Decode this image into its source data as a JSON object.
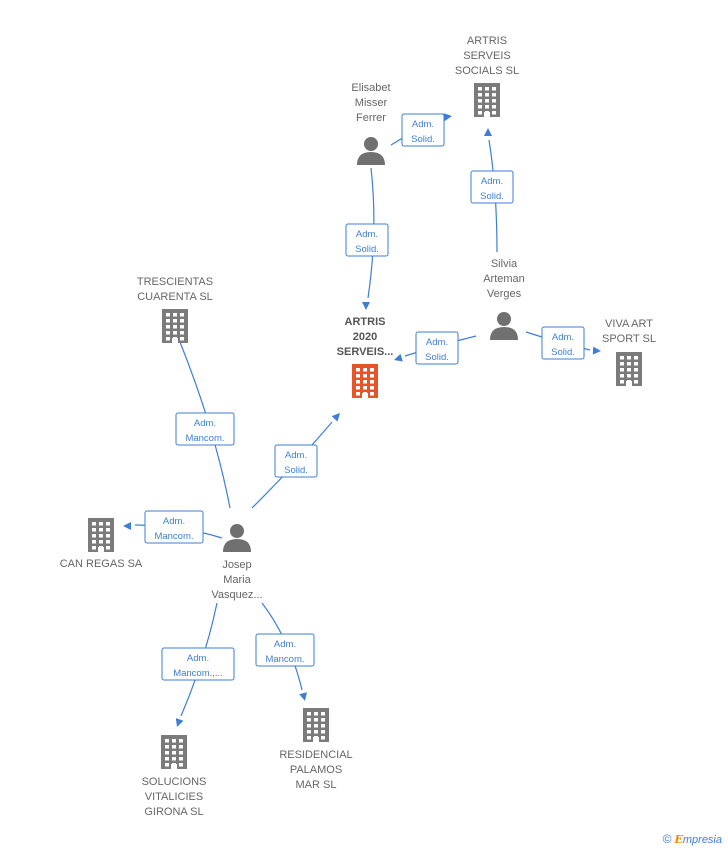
{
  "colors": {
    "company": "#7b7b7b",
    "company_main": "#e8542a",
    "person": "#707070",
    "edge": "#3d7fd6"
  },
  "nodes": [
    {
      "id": "artris2020",
      "type": "company-main",
      "icon": "building-icon",
      "lines": [
        "ARTRIS",
        "2020",
        "SERVEIS..."
      ]
    },
    {
      "id": "artrisSocials",
      "type": "company",
      "icon": "building-icon",
      "lines": [
        "ARTRIS",
        "SERVEIS",
        "SOCIALS SL"
      ]
    },
    {
      "id": "elisabet",
      "type": "person",
      "icon": "person-icon",
      "lines": [
        "Elisabet",
        "Misser",
        "Ferrer"
      ]
    },
    {
      "id": "silvia",
      "type": "person",
      "icon": "person-icon",
      "lines": [
        "Silvia",
        "Arteman",
        "Verges"
      ]
    },
    {
      "id": "vivaArt",
      "type": "company",
      "icon": "building-icon",
      "lines": [
        "VIVA ART",
        "SPORT SL"
      ]
    },
    {
      "id": "trescientas",
      "type": "company",
      "icon": "building-icon",
      "lines": [
        "TRESCIENTAS",
        "CUARENTA  SL"
      ]
    },
    {
      "id": "canRegas",
      "type": "company",
      "icon": "building-icon",
      "lines": [
        "CAN REGAS SA"
      ]
    },
    {
      "id": "josep",
      "type": "person",
      "icon": "person-icon",
      "lines": [
        "Josep",
        "Maria",
        "Vasquez..."
      ]
    },
    {
      "id": "solucions",
      "type": "company",
      "icon": "building-icon",
      "lines": [
        "SOLUCIONS",
        "VITALICIES",
        "GIRONA  SL"
      ]
    },
    {
      "id": "residencial",
      "type": "company",
      "icon": "building-icon",
      "lines": [
        "RESIDENCIAL",
        "PALAMOS",
        "MAR  SL"
      ]
    }
  ],
  "edges": [
    {
      "from": "elisabet",
      "to": "artrisSocials",
      "lines": [
        "Adm.",
        "Solid."
      ]
    },
    {
      "from": "silvia",
      "to": "artrisSocials",
      "lines": [
        "Adm.",
        "Solid."
      ]
    },
    {
      "from": "elisabet",
      "to": "artris2020",
      "lines": [
        "Adm.",
        "Solid."
      ]
    },
    {
      "from": "silvia",
      "to": "artris2020",
      "lines": [
        "Adm.",
        "Solid."
      ]
    },
    {
      "from": "silvia",
      "to": "vivaArt",
      "lines": [
        "Adm.",
        "Solid."
      ]
    },
    {
      "from": "josep",
      "to": "trescientas",
      "lines": [
        "Adm.",
        "Mancom."
      ]
    },
    {
      "from": "josep",
      "to": "artris2020",
      "lines": [
        "Adm.",
        "Solid."
      ]
    },
    {
      "from": "josep",
      "to": "canRegas",
      "lines": [
        "Adm.",
        "Mancom."
      ]
    },
    {
      "from": "josep",
      "to": "solucions",
      "lines": [
        "Adm.",
        "Mancom.,..."
      ]
    },
    {
      "from": "josep",
      "to": "residencial",
      "lines": [
        "Adm.",
        "Mancom."
      ]
    }
  ],
  "footer": {
    "copyright_symbol": "©",
    "brand_initial": "E",
    "brand_rest": "mpresia"
  }
}
